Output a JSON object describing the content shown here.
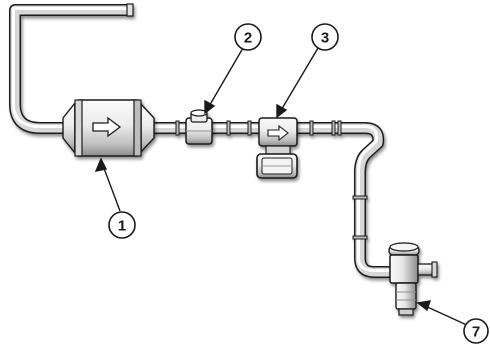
{
  "diagram": {
    "callouts": [
      {
        "id": "callout-1",
        "label": "1"
      },
      {
        "id": "callout-2",
        "label": "2"
      },
      {
        "id": "callout-3",
        "label": "3"
      },
      {
        "id": "callout-7",
        "label": "7"
      }
    ],
    "colors": {
      "background": "#ffffff",
      "outline": "#1a1a1a",
      "pipe_highlight": "#ffffff",
      "pipe_light": "#f1f1f1",
      "pipe_mid": "#c9c9c9",
      "pipe_shadow": "#8d8d8d",
      "callout_fill": "#ffffff"
    }
  }
}
